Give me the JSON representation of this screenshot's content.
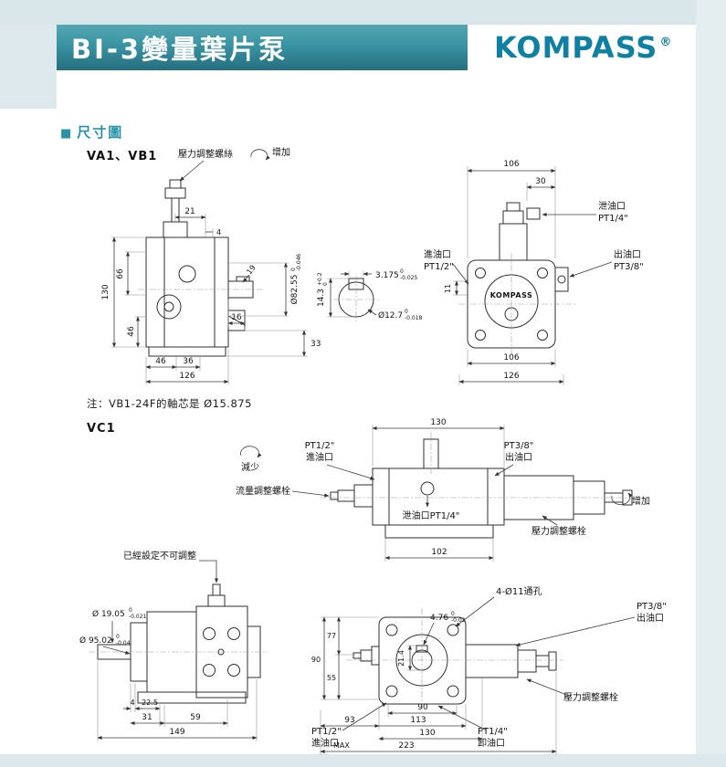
{
  "page": {
    "header": {
      "title": "BI-3變量葉片泵",
      "brand": "KOMPASS",
      "registered": "®"
    },
    "section": {
      "bullet": "■",
      "heading": "尺寸圖"
    }
  },
  "va1vb1": {
    "title": "VA1、VB1",
    "note": "注：VB1-24F的軸芯是 Ø15.875",
    "side": {
      "pressure_screw": "壓力調整螺絲",
      "increase": "增加",
      "d21": "21",
      "d4": "4",
      "d130": "130",
      "d66": "66",
      "d46l": "46",
      "d19": "19",
      "d16": "16",
      "d46b": "46",
      "d36": "36",
      "d126": "126",
      "d33": "33",
      "shaft_dia": "Ø82.55",
      "shaft_dia_hi": "0",
      "shaft_dia_lo": "-0.046"
    },
    "shaft": {
      "d143": "14.3",
      "d143_hi": "+0.2",
      "d143_lo": "0",
      "d3175": "3.175",
      "d3175_hi": "0",
      "d3175_lo": "-0.025",
      "d127": "Ø12.7",
      "d127_hi": "0",
      "d127_lo": "-0.018"
    },
    "front": {
      "d106t": "106",
      "d30": "30",
      "d11": "11",
      "drain": "泄油口",
      "drain_size": "PT1/4\"",
      "inlet": "進油口",
      "inlet_size": "PT1/2\"",
      "outlet": "出油口",
      "outlet_size": "PT3/8\"",
      "face_brand": "KOMPASS",
      "d106b": "106",
      "d126": "126"
    }
  },
  "vc1": {
    "title": "VC1",
    "top": {
      "decrease": "減少",
      "increase": "增加",
      "inlet_size": "PT1/2\"",
      "inlet": "進油口",
      "outlet_size": "PT3/8\"",
      "outlet": "出油口",
      "flow_screw": "流量調整螺栓",
      "drain": "泄油口PT1/4\"",
      "pressure_screw": "壓力調整螺栓",
      "d130": "130",
      "d102": "102"
    },
    "side": {
      "preset": "已經設定不可調整",
      "shaft_dia": "Ø 19.05",
      "shaft_dia_hi": "0",
      "shaft_dia_lo": "-0.021",
      "pilot_dia": "Ø 95.02",
      "pilot_dia_hi": "0",
      "pilot_dia_lo": "-0.04",
      "d4": "4",
      "d225": "22.5",
      "d31": "31",
      "d59": "59",
      "d149": "149"
    },
    "front": {
      "holes": "4-Ø11通孔",
      "outlet_size": "PT3/8\"",
      "outlet": "出油口",
      "d77": "77",
      "d90l": "90",
      "d55": "55",
      "key": "4.76",
      "key_hi": "0",
      "key_lo": "-0.02",
      "d214": "21.4",
      "pressure_screw": "壓力調整螺栓",
      "inlet_size": "PT1/2\"",
      "inlet": "進油口",
      "drain_size": "PT1/4\"",
      "drain": "卸油口",
      "d90b": "90",
      "d93": "93",
      "d113": "113",
      "d130": "130",
      "max": "MAX",
      "d223": "223"
    }
  }
}
